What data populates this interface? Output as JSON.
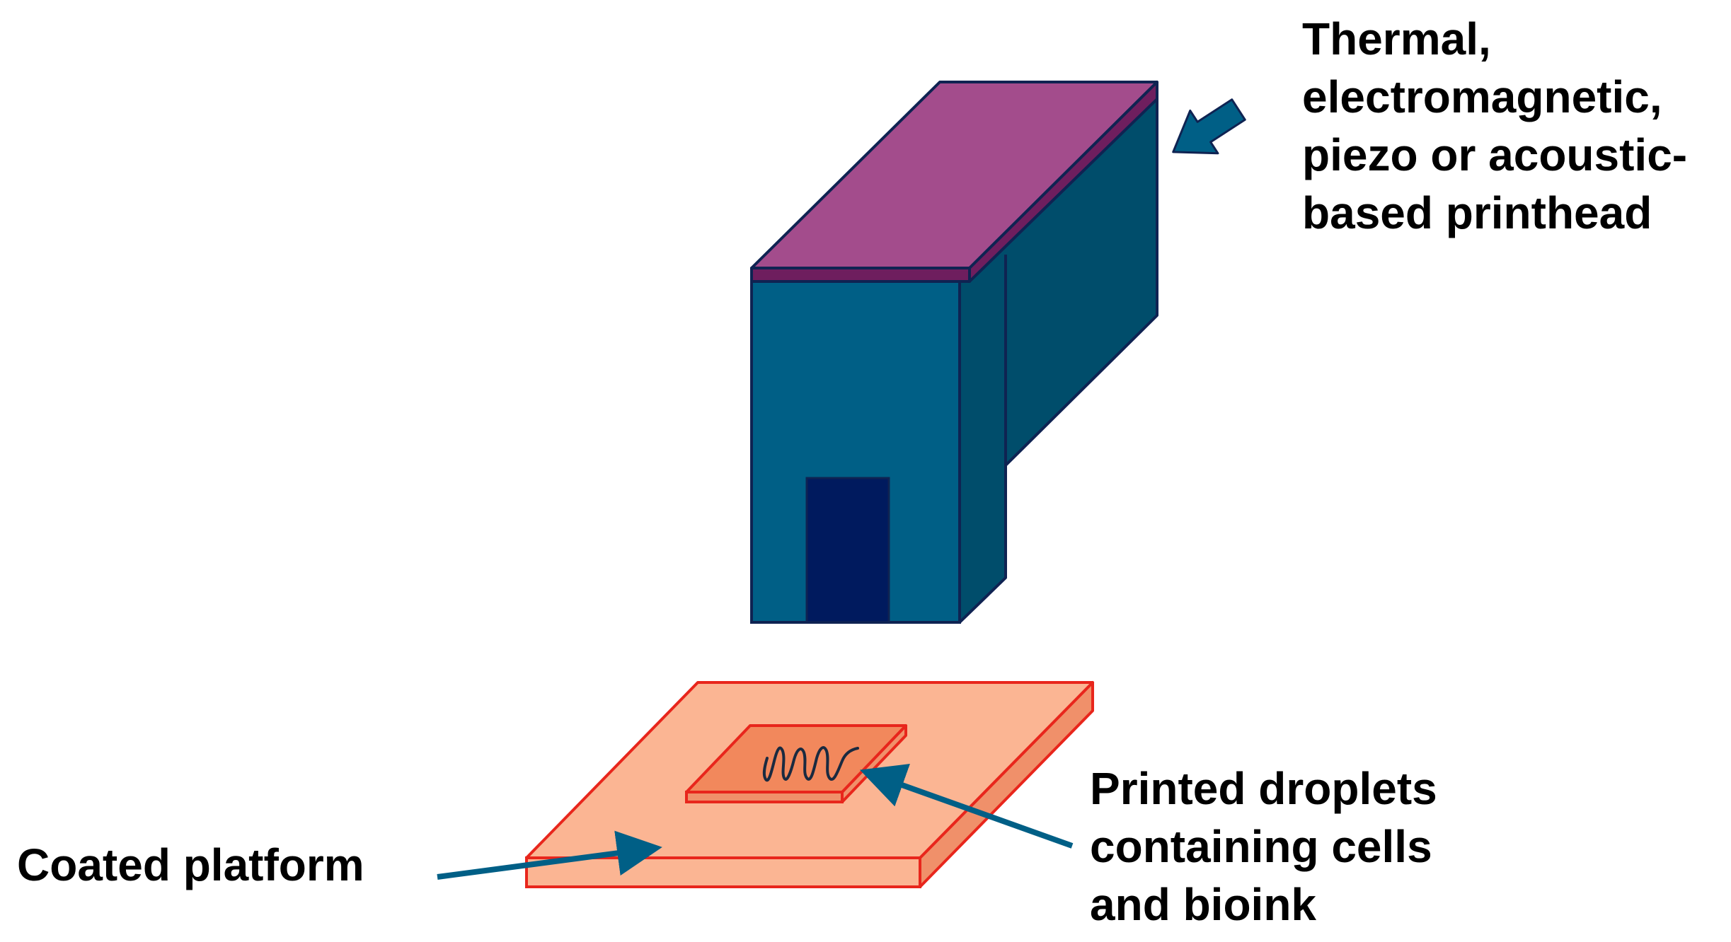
{
  "labels": {
    "printhead": [
      "Thermal,",
      "electromagnetic,",
      "piezo or acoustic-",
      "based printhead"
    ],
    "droplets": [
      "Printed droplets",
      "containing cells",
      "and bioink"
    ],
    "platform": [
      "Coated platform"
    ]
  },
  "colors": {
    "printhead_top": "#a34c8c",
    "printhead_top_edge": "#6e1e5e",
    "printhead_front": "#005f86",
    "printhead_side": "#004d6b",
    "printhead_nozzle": "#001a5e",
    "printhead_outline": "#0f2352",
    "platform_top": "#fbb593",
    "platform_side": "#f0906a",
    "platform_outline": "#e8261c",
    "sample_top": "#f2885c",
    "arrow": "#005f86",
    "text": "#000000"
  }
}
